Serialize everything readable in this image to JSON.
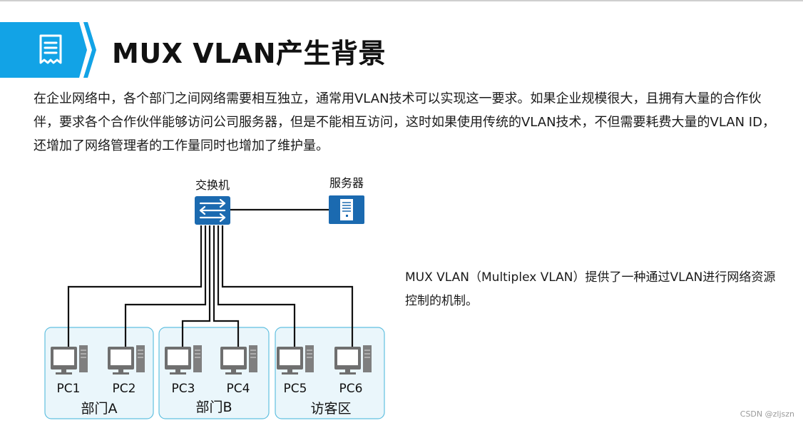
{
  "title": "MUX VLAN产生背景",
  "banner_icon": "document-receipt-icon",
  "intro_text": "在企业网络中，各个部门之间网络需要相互独立，通常用VLAN技术可以实现这一要求。如果企业规模很大，且拥有大量的合作伙伴，要求各个合作伙伴能够访问公司服务器，但是不能相互访问，这时如果使用传统的VLAN技术，不但需要耗费大量的VLAN ID，还增加了网络管理者的工作量同时也增加了维护量。",
  "diagram": {
    "switch_label": "交换机",
    "switch_icon": "switch-icon",
    "server_label": "服务器",
    "server_icon": "server-icon",
    "groups": [
      {
        "label": "部门A",
        "pcs": [
          "PC1",
          "PC2"
        ]
      },
      {
        "label": "部门B",
        "pcs": [
          "PC3",
          "PC4"
        ]
      },
      {
        "label": "访客区",
        "pcs": [
          "PC5",
          "PC6"
        ]
      }
    ]
  },
  "note_text": "MUX VLAN（Multiplex VLAN）提供了一种通过VLAN进行网络资源控制的机制。",
  "watermark": "CSDN @zljszn",
  "colors": {
    "banner": "#12a3e6",
    "icon_blue": "#1b6ab0",
    "group_border": "#62c0e0",
    "group_fill": "#eaf6fb"
  }
}
